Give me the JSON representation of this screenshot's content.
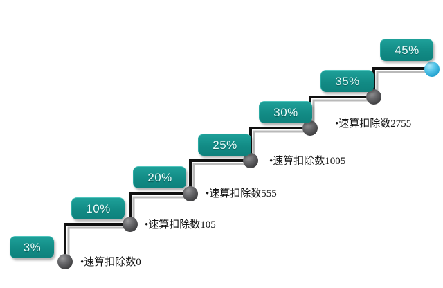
{
  "diagram": {
    "type": "staircase-step-chart",
    "title_text": "",
    "background_color": "#ffffff",
    "badge_color": "#128b85",
    "badge_text_color": "#eafcfb",
    "line_color": "#111111",
    "shadow_line_color": "#b9b9b9",
    "node_color": "#58585a",
    "end_node_color": "#4cc3e8",
    "bullet": "•"
  },
  "steps": [
    {
      "id": "step-1",
      "rate": "3%",
      "deduction_label": "•速算扣除数0"
    },
    {
      "id": "step-2",
      "rate": "10%",
      "deduction_label": "•速算扣除数105"
    },
    {
      "id": "step-3",
      "rate": "20%",
      "deduction_label": "•速算扣除数555"
    },
    {
      "id": "step-4",
      "rate": "25%",
      "deduction_label": "•速算扣除数1005"
    },
    {
      "id": "step-5",
      "rate": "30%",
      "deduction_label": ""
    },
    {
      "id": "step-6",
      "rate": "35%",
      "deduction_label": "•速算扣除数2755"
    },
    {
      "id": "step-7",
      "rate": "45%",
      "deduction_label": ""
    }
  ],
  "chart_data": {
    "type": "line",
    "title": "",
    "xlabel": "",
    "ylabel": "",
    "categories": [
      "3%",
      "10%",
      "20%",
      "25%",
      "30%",
      "35%",
      "45%"
    ],
    "series": [
      {
        "name": "速算扣除数",
        "values": [
          0,
          105,
          555,
          1005,
          null,
          2755,
          null
        ]
      }
    ],
    "annotations": [
      "•速算扣除数0",
      "•速算扣除数105",
      "•速算扣除数555",
      "•速算扣除数1005",
      "•速算扣除数2755"
    ],
    "grid": false,
    "legend": "none"
  }
}
